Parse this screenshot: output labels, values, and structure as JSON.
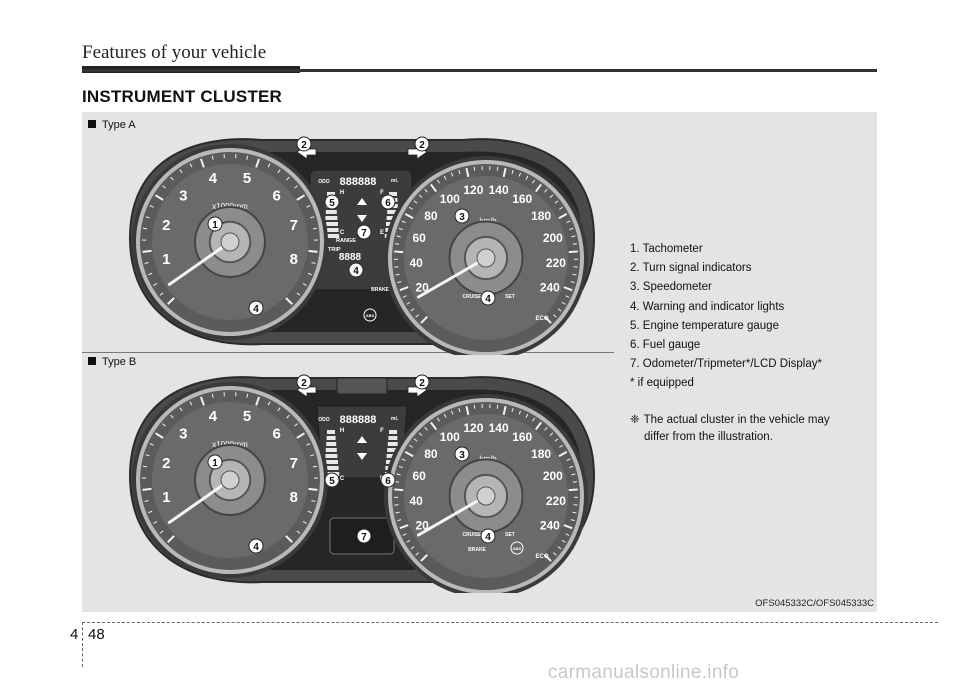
{
  "header": {
    "title": "Features of your vehicle"
  },
  "section": {
    "title": "INSTRUMENT CLUSTER"
  },
  "types": {
    "a": "Type A",
    "b": "Type B"
  },
  "legend": [
    "1. Tachometer",
    "2. Turn signal indicators",
    "3. Speedometer",
    "4. Warning and indicator lights",
    "5. Engine temperature gauge",
    "6. Fuel gauge",
    "7. Odometer/Tripmeter*/LCD Display*",
    "* if equipped"
  ],
  "note": {
    "symbol": "❈",
    "line1": "The actual cluster in the vehicle may",
    "line2": "differ from the illustration."
  },
  "figure_code": "OFS045332C/OFS045333C",
  "footer": {
    "chapter": "4",
    "page": "48"
  },
  "watermark": "carmanualsonline.info",
  "cluster": {
    "tach_numbers": [
      "1",
      "2",
      "3",
      "4",
      "5",
      "6",
      "7",
      "8"
    ],
    "tach_unit": "x1000rpm",
    "speed_numbers": [
      "20",
      "40",
      "60",
      "80",
      "100",
      "120",
      "140",
      "160",
      "180",
      "200",
      "220",
      "240"
    ],
    "speed_unit": "km/h",
    "odo_label": "ODO",
    "odo_value": "888888",
    "odo_unit": "mi.",
    "temp_h": "H",
    "temp_c": "C",
    "fuel_f": "F",
    "fuel_e": "E",
    "range_label": "RANGE",
    "trip_label": "TRIP",
    "trip_value": "8888",
    "cruise_label": "CRUISE",
    "set_label": "SET",
    "eco_label": "ECO",
    "brake_label": "BRAKE",
    "abs_label": "ABS",
    "callouts": [
      "1",
      "2",
      "3",
      "4",
      "5",
      "6",
      "7"
    ]
  }
}
